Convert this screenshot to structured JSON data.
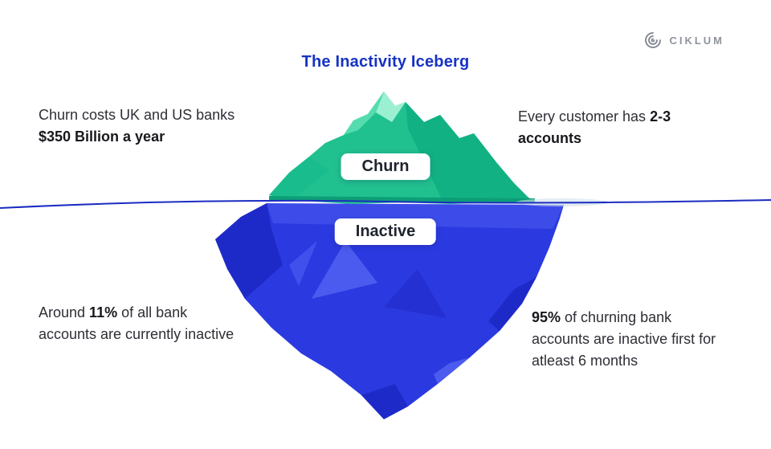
{
  "page": {
    "title": "The Inactivity Iceberg"
  },
  "logo": {
    "brand": "CIKLUM"
  },
  "iceberg": {
    "churn_label": "Churn",
    "inactive_label": "Inactive"
  },
  "stats": [
    {
      "id": "churn-cost",
      "pre": "Churn costs UK and US banks ",
      "bold": "$350 Billion a year",
      "post": ""
    },
    {
      "id": "customer-accounts",
      "pre": "Every customer has ",
      "bold": "2-3 accounts",
      "post": ""
    },
    {
      "id": "inactive-accounts",
      "pre": "Around ",
      "bold": "11%",
      "post": " of all bank accounts are currently inactive"
    },
    {
      "id": "churning-inactive",
      "pre": "",
      "bold": "95%",
      "post": " of churning bank accounts are inactive first for atleast 6 months"
    }
  ],
  "colors": {
    "title_accent": "#1733c3",
    "waterline": "#1b2cc1",
    "iceberg_green": "#21c08f",
    "iceberg_green_light": "#9bf0d2",
    "iceberg_green_dark": "#12b184",
    "iceberg_blue": "#2b3ae0",
    "iceberg_blue_dark": "#1e2ac8",
    "iceberg_blue_light": "#4c5bef",
    "logo_gray": "#8e939c"
  }
}
